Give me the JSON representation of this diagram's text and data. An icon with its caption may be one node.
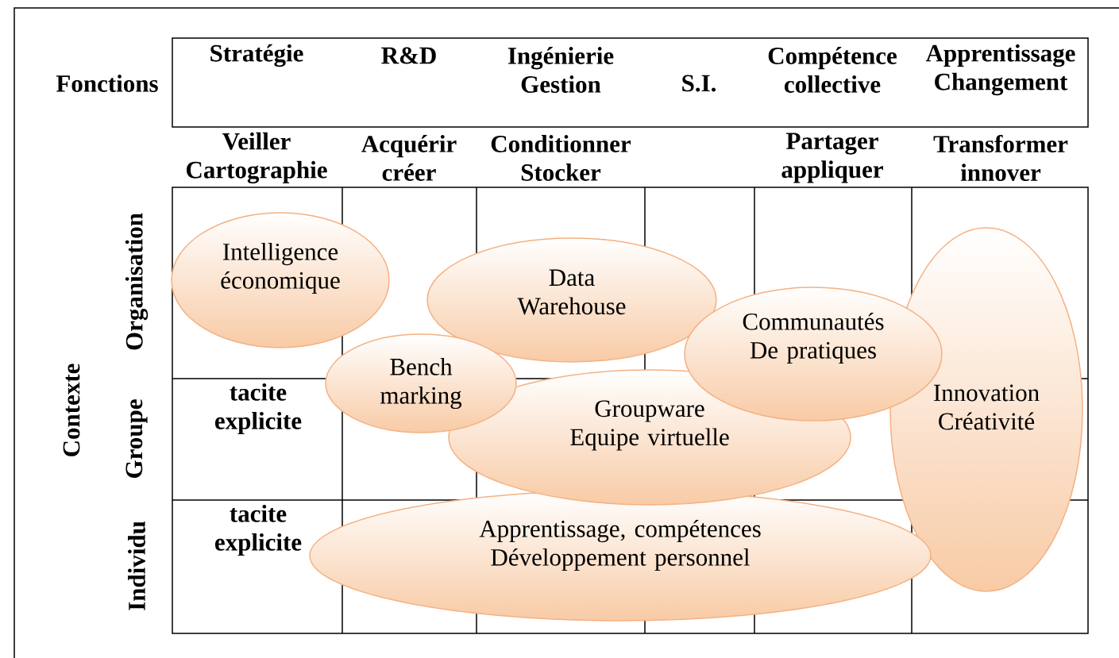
{
  "diagram": {
    "nodes": [
      {
        "text": [
          "Intelligence économique"
        ]
      },
      {
        "text": [
          "Data Warehouse"
        ]
      },
      {
        "text": [
          "Communautés De pratiques"
        ]
      },
      {
        "text": [
          "Bench marking"
        ]
      },
      {
        "text": [
          "Innovation Créativité"
        ]
      },
      {
        "text": [
          "Groupware Equipe virtuelle"
        ]
      },
      {
        "text": [
          "Apprentissage, compétences Développement personnel"
        ]
      }
    ],
    "labels": [
      "Fonctions",
      "Stratégie",
      "R&D",
      "Ingénierie Gestion",
      "S.I.",
      "Compétence collective",
      "Apprentissage Changement",
      "Veiller Cartographie",
      "Acquérir créer",
      "Conditionner Stocker",
      "Partager appliquer",
      "Transformer innover",
      "Organisation",
      "Contexte",
      "Groupe",
      "tacite explicite",
      "Individu",
      "tacite explicite"
    ]
  }
}
